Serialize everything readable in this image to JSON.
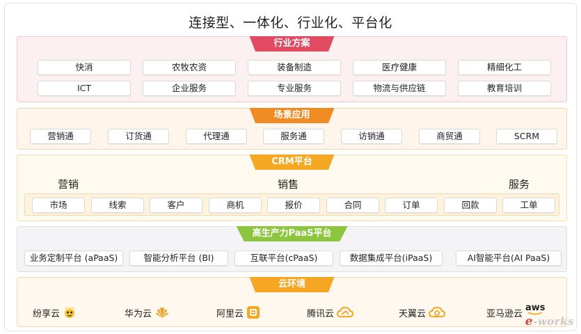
{
  "title": "连接型、一体化、行业化、平台化",
  "industry": {
    "banner": "行业方案",
    "row1": [
      "快消",
      "农牧农资",
      "装备制造",
      "医疗健康",
      "精细化工"
    ],
    "row2": [
      "ICT",
      "企业服务",
      "专业服务",
      "物流与供应链",
      "教育培训"
    ]
  },
  "scene": {
    "banner": "场景应用",
    "items": [
      "营销通",
      "订货通",
      "代理通",
      "服务通",
      "访销通",
      "商贸通",
      "SCRM"
    ]
  },
  "crm": {
    "banner": "CRM平台",
    "groups": [
      "营销",
      "销售",
      "服务"
    ],
    "items": [
      "市场",
      "线索",
      "客户",
      "商机",
      "报价",
      "合同",
      "订单",
      "回款",
      "工单"
    ]
  },
  "paas": {
    "banner": "高生产力PaaS平台",
    "items": [
      "业务定制平台 (aPaaS)",
      "智能分析平台 (BI)",
      "互联平台(cPaaS)",
      "数据集成平台(iPaaS)",
      "AI智能平台(AI PaaS)"
    ]
  },
  "cloud": {
    "banner": "云环境",
    "items": [
      {
        "name": "纷享云",
        "icon": "fxiaoke-bee-icon"
      },
      {
        "name": "华为云",
        "icon": "huawei-petal-icon"
      },
      {
        "name": "阿里云",
        "icon": "aliyun-icon"
      },
      {
        "name": "腾讯云",
        "icon": "tencent-cloud-icon"
      },
      {
        "name": "天翼云",
        "icon": "tianyi-cloud-icon"
      },
      {
        "name": "亚马逊云",
        "icon": "aws-icon",
        "logo_text": "aws"
      }
    ]
  },
  "watermark": {
    "prefix": "e",
    "rest": "-works"
  },
  "colors": {
    "industry": "#e24a62",
    "scene": "#f08a22",
    "crm": "#f5a823",
    "paas": "#8cc63f",
    "cloud": "#f5a623"
  }
}
